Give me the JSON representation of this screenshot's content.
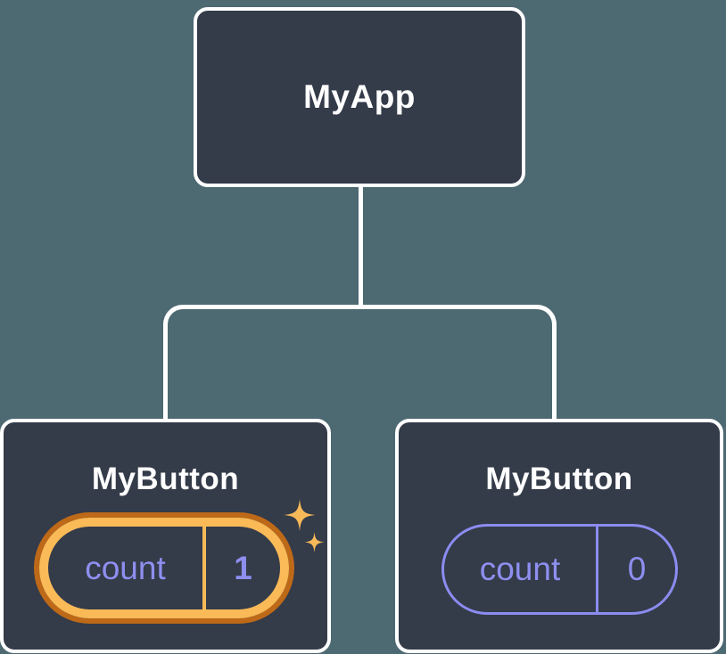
{
  "tree": {
    "root": {
      "label": "MyApp"
    },
    "children": [
      {
        "label": "MyButton",
        "state": {
          "name": "count",
          "value": "1"
        },
        "highlighted": true
      },
      {
        "label": "MyButton",
        "state": {
          "name": "count",
          "value": "0"
        },
        "highlighted": false
      }
    ]
  },
  "icons": {
    "sparkles": "sparkles-icon"
  },
  "colors": {
    "background": "#4d6972",
    "node_fill": "#343b49",
    "node_border": "#ffffff",
    "connector": "#ffffff",
    "label_text": "#ffffff",
    "state_text": "#8e8ff0",
    "state_border": "#8b8cf0",
    "highlight_ring_outer": "#bd6918",
    "highlight_ring_inner": "#f9ba57",
    "sparkle": "#f7ba58"
  }
}
